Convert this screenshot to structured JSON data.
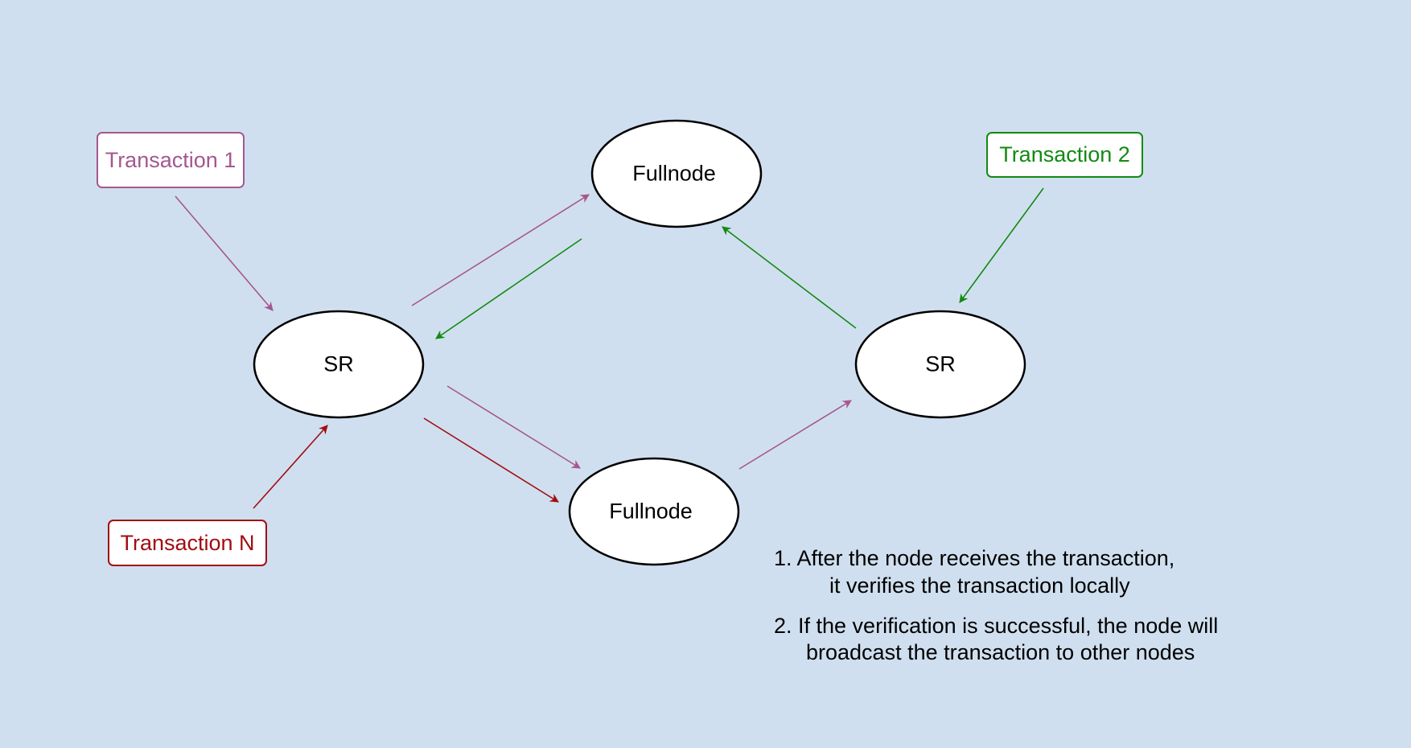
{
  "colors": {
    "background": "#d0dfef",
    "purple": "#a5578f",
    "green": "#128a12",
    "red": "#a10d12",
    "node_fill": "#ffffff",
    "node_stroke": "#000000"
  },
  "nodes": {
    "sr_left": "SR",
    "sr_right": "SR",
    "fullnode_top": "Fullnode",
    "fullnode_bottom": "Fullnode"
  },
  "transactions": {
    "t1": "Transaction 1",
    "t2": "Transaction 2",
    "tn": "Transaction N"
  },
  "notes": {
    "step1_line1": "1. After the node receives the transaction,",
    "step1_line2": "it verifies the transaction locally",
    "step2_line1": "2. If the verification is successful, the node will",
    "step2_line2": "broadcast the transaction to other nodes"
  }
}
